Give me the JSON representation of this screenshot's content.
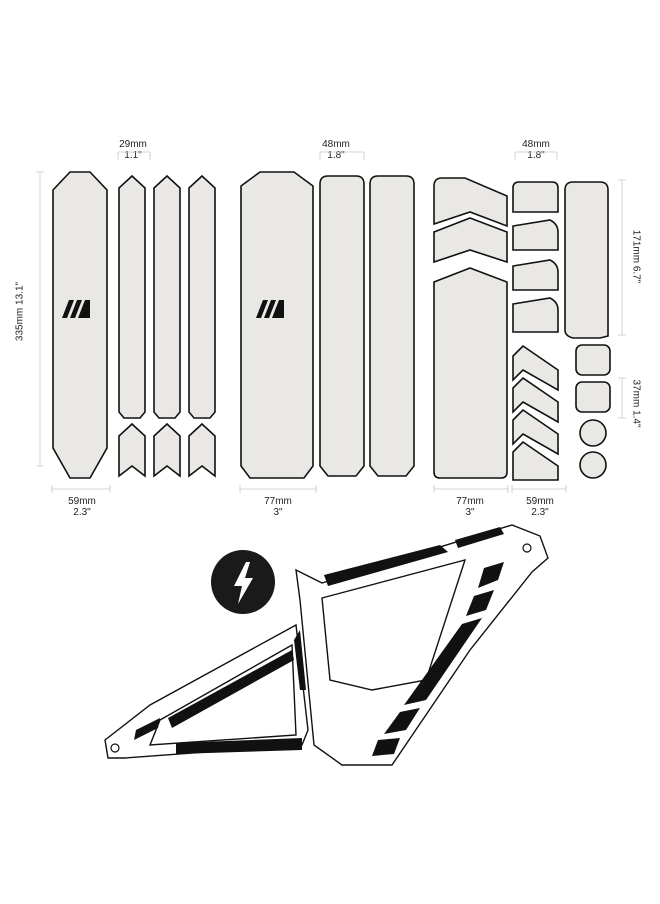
{
  "dimensions": {
    "top_29": {
      "mm": "29mm",
      "in": "1.1\""
    },
    "top_48a": {
      "mm": "48mm",
      "in": "1.8\""
    },
    "top_48b": {
      "mm": "48mm",
      "in": "1.8\""
    },
    "height_335": {
      "mm": "335mm",
      "in": "13.1\""
    },
    "height_171": {
      "mm": "171mm",
      "in": "6.7\""
    },
    "height_37": {
      "mm": "37mm",
      "in": "1.4\""
    },
    "bottom_59a": {
      "mm": "59mm",
      "in": "2.3\""
    },
    "bottom_77a": {
      "mm": "77mm",
      "in": "3\""
    },
    "bottom_77b": {
      "mm": "77mm",
      "in": "3\""
    },
    "bottom_59b": {
      "mm": "59mm",
      "in": "2.3\""
    }
  },
  "icons": {
    "brand_logo": "ams-logo-icon",
    "ebike_badge": "lightning-bolt-icon"
  },
  "colors": {
    "pad_fill": "#e9e8e4",
    "outline": "#111111",
    "badge": "#1a1a1a"
  }
}
